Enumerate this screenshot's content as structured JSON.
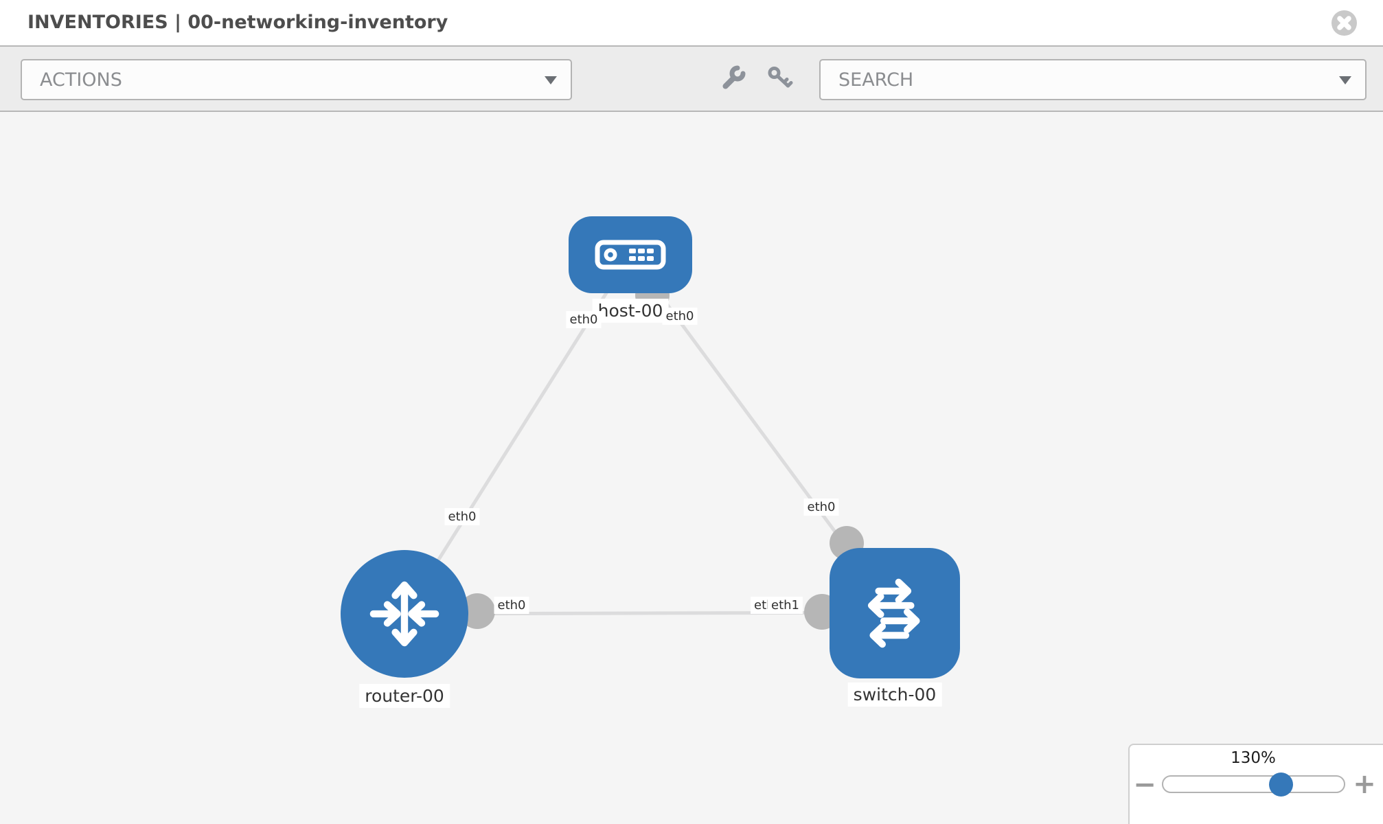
{
  "header": {
    "title": "INVENTORIES | 00-networking-inventory"
  },
  "toolbar": {
    "actions_label": "ACTIONS",
    "search_label": "SEARCH"
  },
  "icons": {
    "close": "circle-x",
    "actions_caret": "chevron-down",
    "search_caret": "chevron-down",
    "tool1": "wrench",
    "tool2": "key",
    "host_node": "server",
    "router_node": "router-arrows",
    "switch_node": "switch-arrows"
  },
  "colors": {
    "node_blue": "#3578b9",
    "link_gray": "#dcdcdd",
    "endpoint_gray": "#b6b6b6",
    "toolbar_bg": "#ececec",
    "canvas_bg": "#f5f5f5"
  },
  "diagram": {
    "nodes": [
      {
        "id": "host-00",
        "label": "host-00",
        "type": "host"
      },
      {
        "id": "router-00",
        "label": "router-00",
        "type": "router"
      },
      {
        "id": "switch-00",
        "label": "switch-00",
        "type": "switch"
      }
    ],
    "links": [
      {
        "from": "host-00",
        "to": "router-00"
      },
      {
        "from": "host-00",
        "to": "switch-00"
      },
      {
        "from": "router-00",
        "to": "switch-00"
      }
    ],
    "link_labels": [
      {
        "text": "eth0",
        "position": "host-left"
      },
      {
        "text": "eth0",
        "position": "host-right"
      },
      {
        "text": "eth0",
        "position": "router-top"
      },
      {
        "text": "eth0",
        "position": "switch-top"
      },
      {
        "text": "eth0",
        "position": "router-right"
      },
      {
        "text": "eth0",
        "position": "switch-left-under"
      },
      {
        "text": "eth1",
        "position": "switch-left-over"
      }
    ]
  },
  "zoom_control": {
    "percent_label": "130%",
    "value": 130,
    "minus_label": "−",
    "plus_label": "+"
  }
}
